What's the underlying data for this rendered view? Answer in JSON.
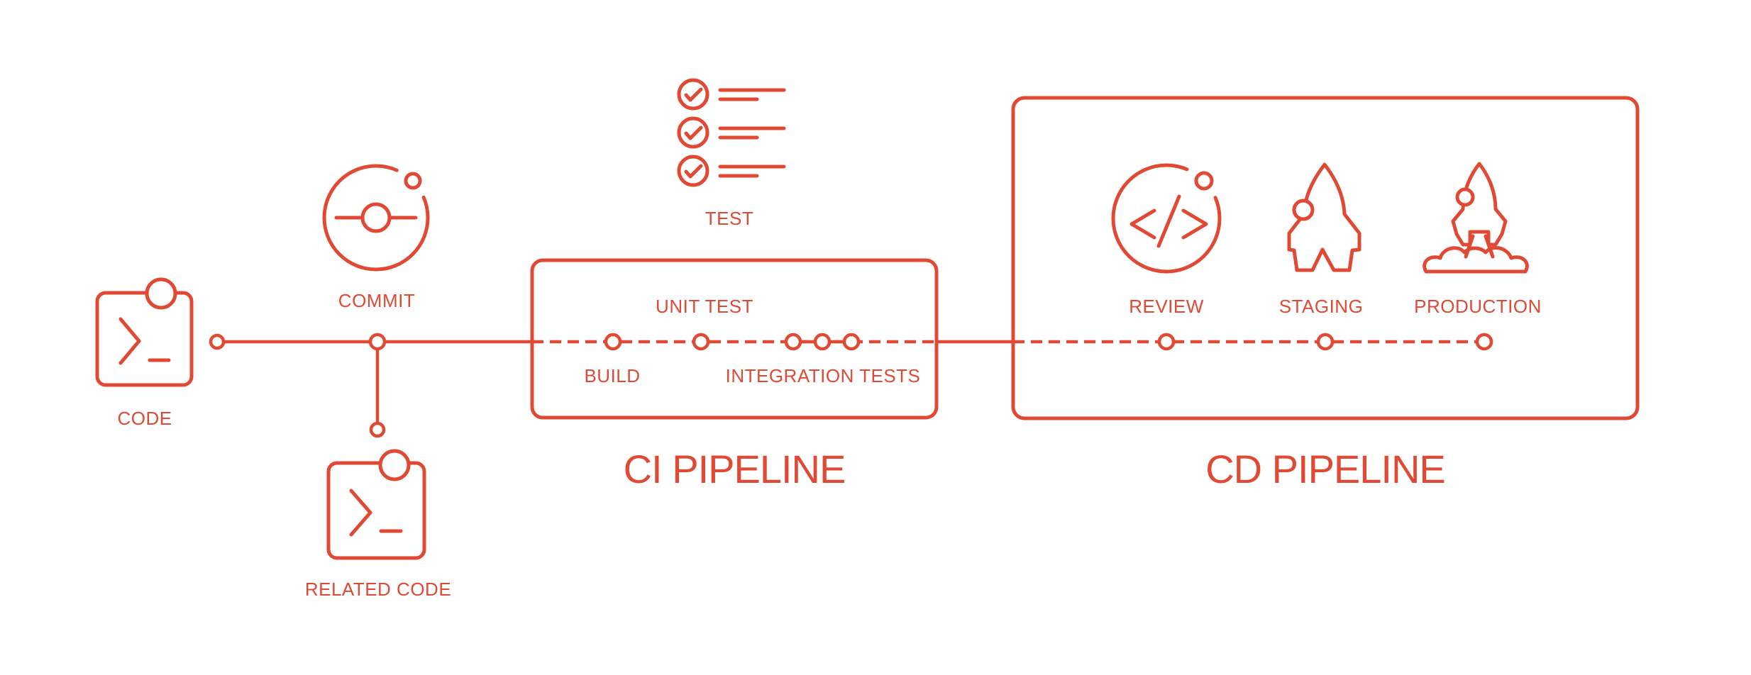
{
  "colors": {
    "accent": "#e04a35",
    "background": "#ffffff"
  },
  "labels": {
    "code": "CODE",
    "commit": "COMMIT",
    "related_code": "RELATED CODE",
    "test": "TEST",
    "build": "BUILD",
    "unit_test": "UNIT TEST",
    "integration_tests": "INTEGRATION TESTS",
    "review": "REVIEW",
    "staging": "STAGING",
    "production": "PRODUCTION"
  },
  "titles": {
    "ci": "CI PIPELINE",
    "cd": "CD PIPELINE"
  },
  "icons": {
    "code": "terminal-window-icon",
    "commit": "commit-orbit-icon",
    "related_code": "terminal-window-icon",
    "test": "checklist-icon",
    "review": "code-review-icon",
    "staging": "rocket-icon",
    "production": "rocket-launch-icon"
  }
}
